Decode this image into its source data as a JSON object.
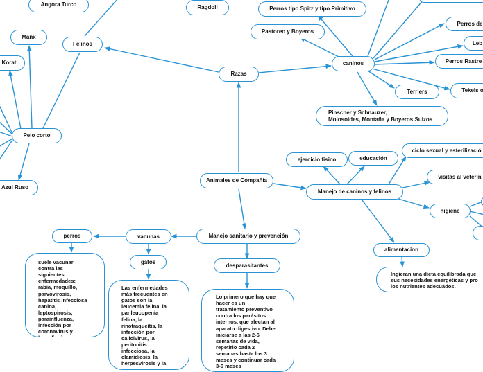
{
  "center": {
    "label": "Animales de Compañía"
  },
  "branches": {
    "razas": "Razas",
    "felinos": "Felinos",
    "caninos": "caninos",
    "manejo_caninos_felinos": "Manejo de caninos y felinos",
    "manejo_sanitario": "Manejo sanitario y prevención"
  },
  "felinos": {
    "angora_turco": "Angora Turco",
    "ragdoll": "Ragdoll",
    "manx": "Manx",
    "korat": "Korat",
    "pelo_corto": "Pelo corto",
    "azul_ruso": "Azul Ruso"
  },
  "caninos": {
    "spitz": "Perros tipo Spitz y tipo Primitivo",
    "pastoreo": "Pastoreo y Boyeros",
    "perros_de": "Perros de",
    "leb": "Leb",
    "rastreo": "Perros Rastre",
    "terriers": "Terriers",
    "teckels": "Tekels o",
    "pinscher": "Pinscher y Schnauzer,\nMolosoides, Montaña y Boyeros Suizos"
  },
  "manejo": {
    "ejercicio": "ejercicio fisico",
    "educacion": "educación",
    "ciclo": "ciclo sexual y esterilizació",
    "visitas": "visitas al veterin",
    "higiene": "higiene",
    "alimentacion": "alimentacion",
    "alimentacion_text": "Ingieran una dieta equilibrada que\nsus necesidades energéticas y pro\nlos nutrientes adecuados."
  },
  "sanitario": {
    "vacunas": "vacunas",
    "perros": "perros",
    "gatos": "gatos",
    "desparasitantes": "desparasitantes",
    "perros_text": "suele vacunar\ncontra las\nsiguientes\nenfermedades:\nrabia, moquillo,\nparvovirosis,\nhepatitis infecciosa\ncanina,\nleptospirosis,\nparainfluenza,\ninfección por\ncoronavirus y\nborreliosis.",
    "gatos_text": "Las enfermedades\nmás frecuentes en\ngatos son la\nleucemia felina, la\npanleucopenia\nfelina, la\nrinotraqueítis, la\ninfección por\ncalicivirus, la\nperitonitis\ninfecciosa, la\nclamidiosis, la\nherpesvirosis y la",
    "desparasitantes_text": "Lo primero que hay que\nhacer es un\ntratamiento preventivo\ncontra los parásitos\ninternos, que afectan al\naparato digestivo. Debe\niniciarse a las 2-6\nsemanas de vida,\nrepetirlo cada 2\nsemanas hasta los 3\nmeses y continuar cada\n3-6 meses"
  },
  "colors": {
    "accent": "#2a93d5",
    "text": "#111111",
    "background": "#ffffff"
  }
}
